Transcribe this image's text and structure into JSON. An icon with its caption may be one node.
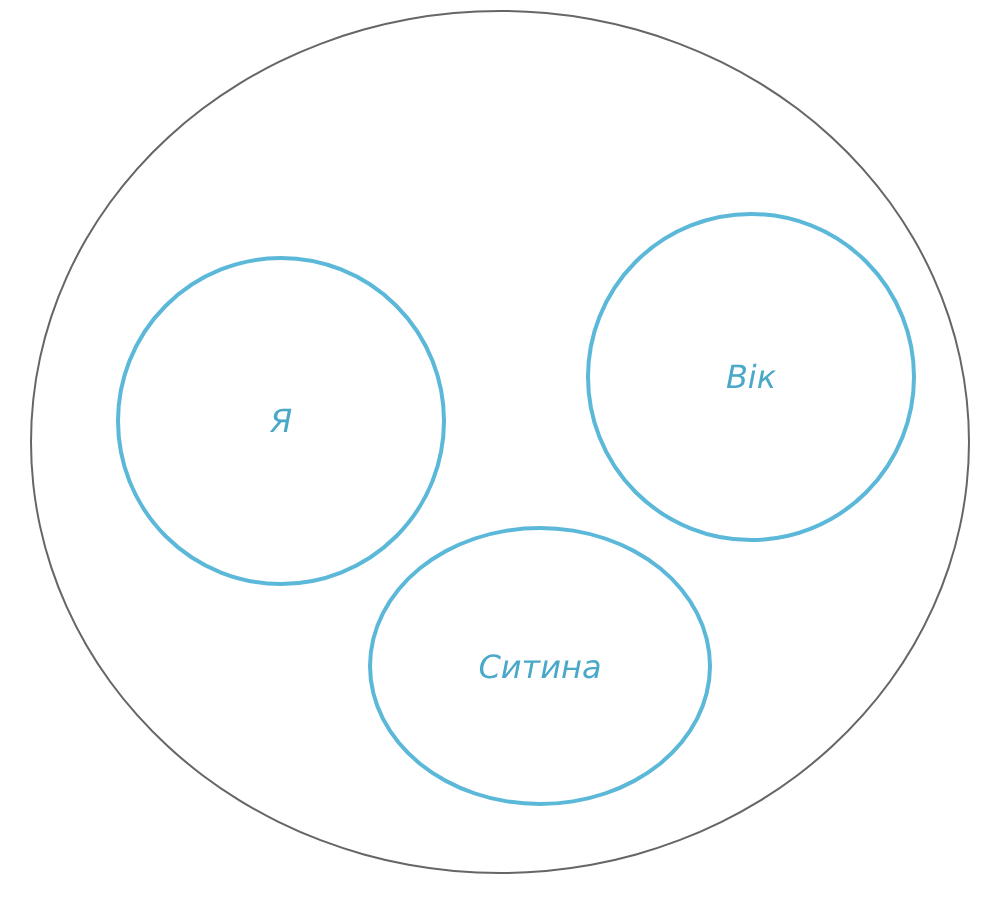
{
  "diagram": {
    "nodes": [
      {
        "text": [],
        "shape": "circle"
      },
      {
        "text": [
          "Я"
        ],
        "in": 0
      },
      {
        "text": [
          "Вік"
        ],
        "in": 0
      },
      {
        "text": [
          "Ситина"
        ],
        "in": 0
      }
    ],
    "edges": []
  }
}
